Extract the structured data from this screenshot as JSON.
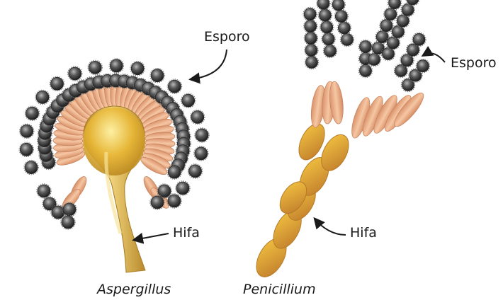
{
  "organisms": [
    {
      "name": "Aspergillus",
      "labels": {
        "spore": "Esporo",
        "hypha": "Hifa"
      }
    },
    {
      "name": "Penicillium",
      "labels": {
        "spore": "Esporo",
        "hypha": "Hifa"
      }
    }
  ],
  "colors": {
    "spore": "#4a4a4a",
    "phialide": "#e8b08a",
    "vesicle": "#e6b533",
    "hypha": "#d9a63a"
  }
}
